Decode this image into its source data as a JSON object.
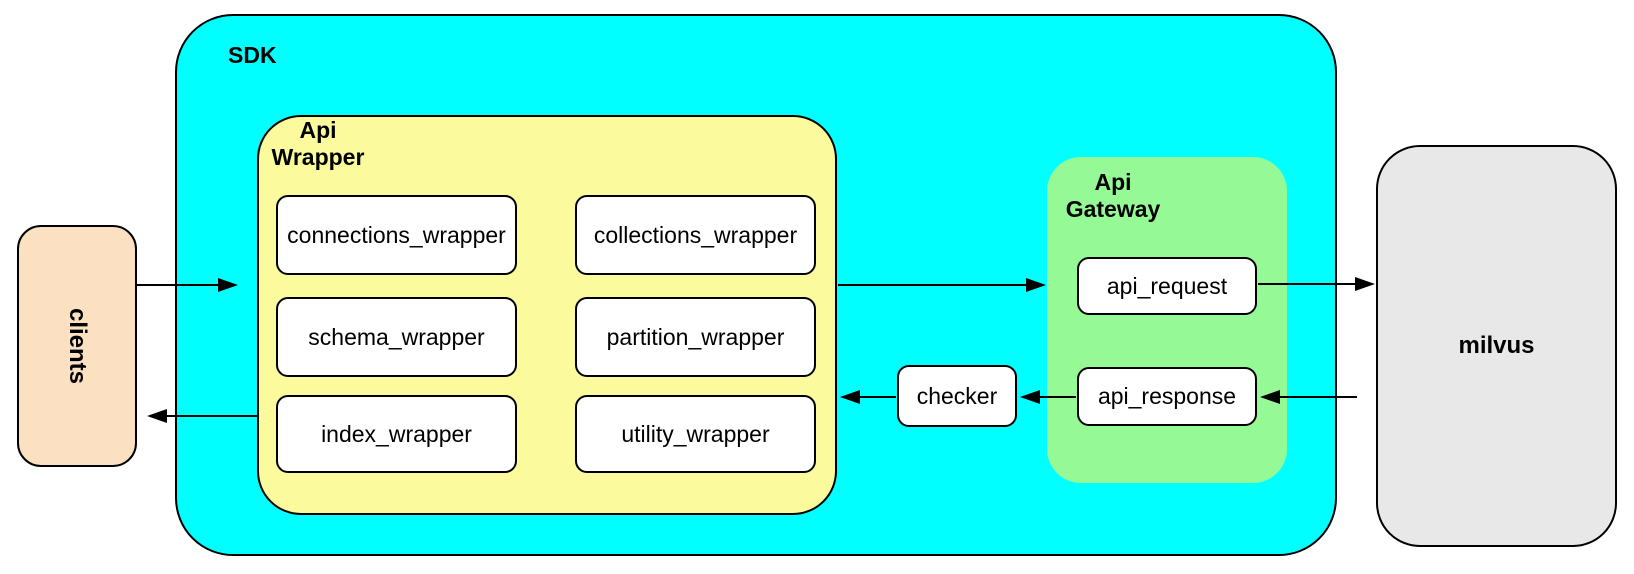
{
  "colors": {
    "sdk_fill": "#00FFFF",
    "api_wrapper_fill": "#FBFB9D",
    "api_gateway_fill": "#95FA95",
    "clients_fill": "#FBE0C2",
    "milvus_fill": "#E8E8E8",
    "node_fill": "#FFFFFF",
    "border": "#000000"
  },
  "nodes": {
    "clients": "clients",
    "sdk": "SDK",
    "api_wrapper": "Api\nWrapper",
    "wrapper_boxes": [
      "connections_wrapper",
      "collections_wrapper",
      "schema_wrapper",
      "partition_wrapper",
      "index_wrapper",
      "utility_wrapper"
    ],
    "checker": "checker",
    "api_gateway": "Api\nGateway",
    "gateway_boxes": [
      "api_request",
      "api_response"
    ],
    "milvus": "milvus"
  },
  "edges": [
    {
      "from": "clients",
      "to": "api_wrapper"
    },
    {
      "from": "api_wrapper",
      "to": "clients"
    },
    {
      "from": "api_wrapper",
      "to": "api_request"
    },
    {
      "from": "api_request",
      "to": "milvus"
    },
    {
      "from": "milvus",
      "to": "api_response"
    },
    {
      "from": "api_response",
      "to": "checker"
    },
    {
      "from": "checker",
      "to": "api_wrapper"
    }
  ]
}
